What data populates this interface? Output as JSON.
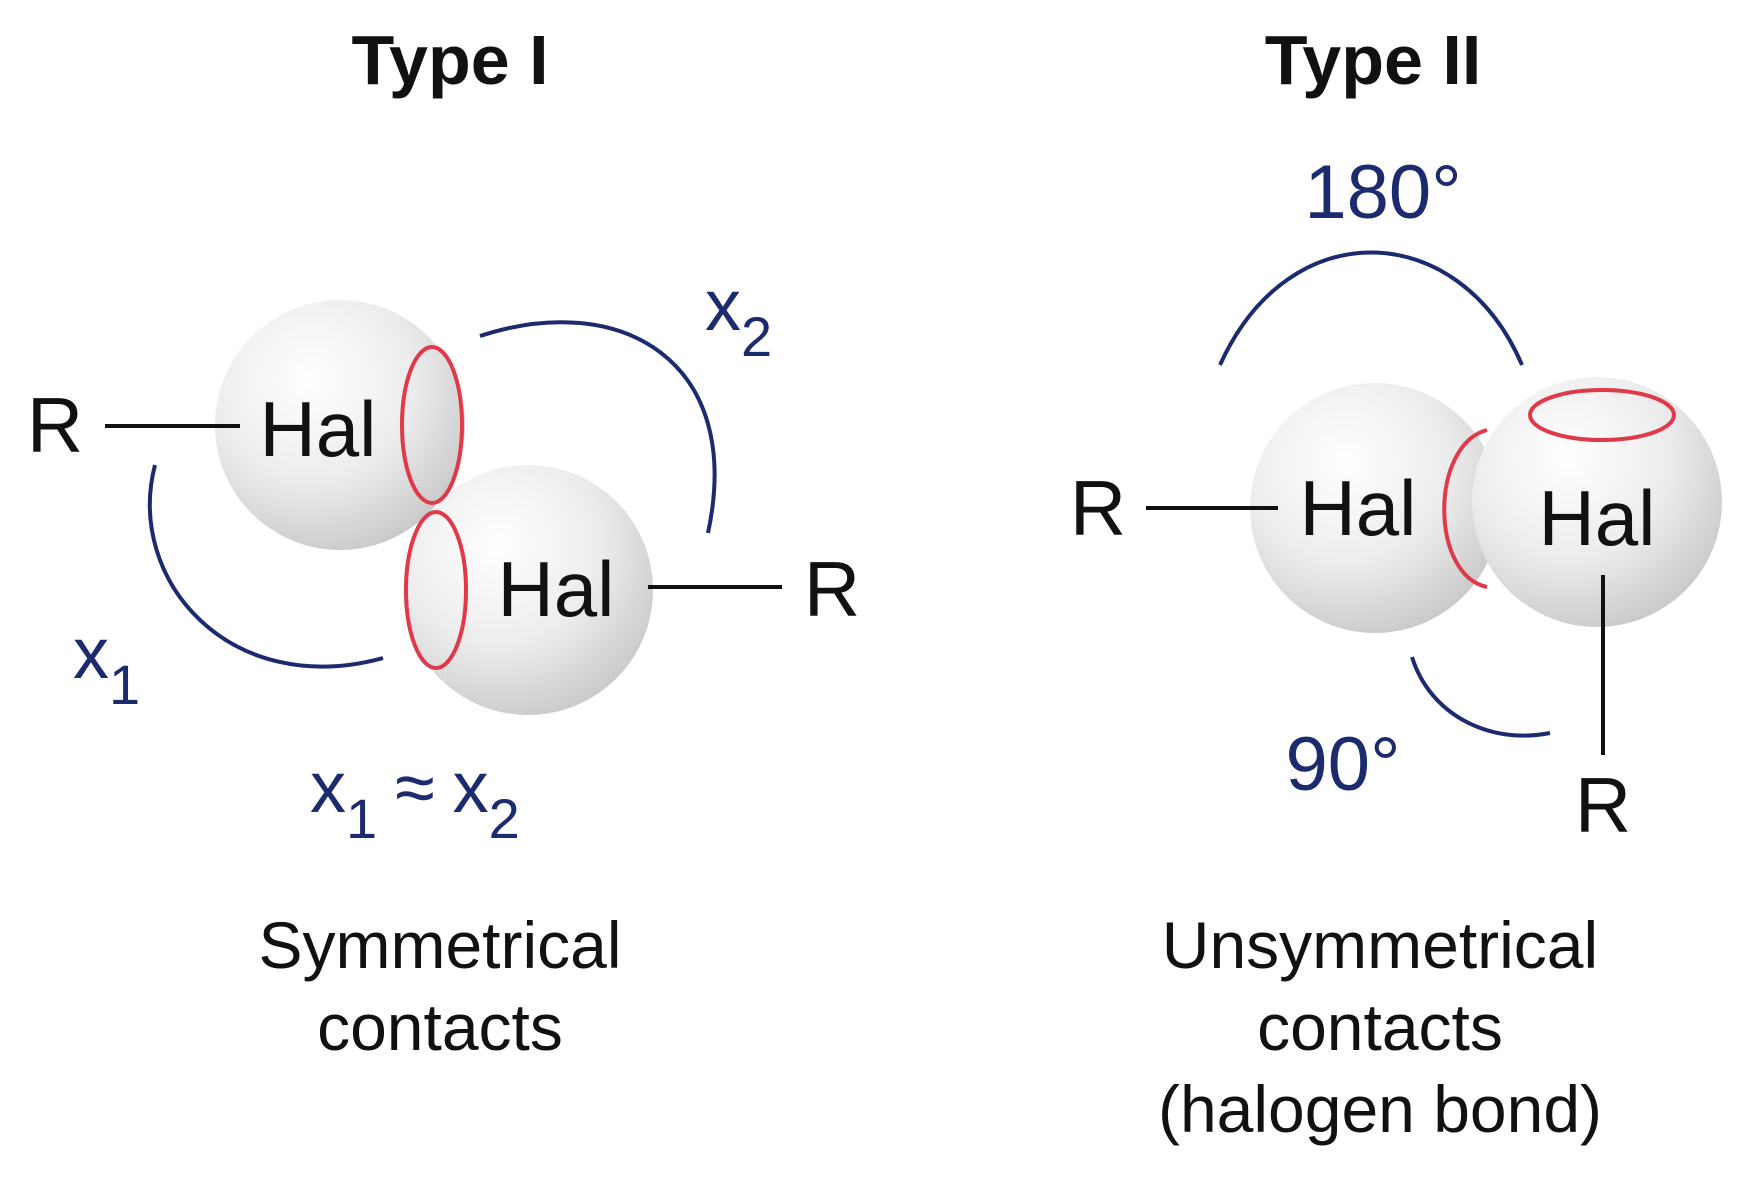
{
  "colors": {
    "angle_arc": "#1c2a6e",
    "sigma_hole": "#e03a4a",
    "bond": "#111111",
    "sphere_light": "#ffffff",
    "sphere_dark": "#c8c8c8"
  },
  "type1": {
    "title": "Type I",
    "atom_r": "R",
    "atom_hal": "Hal",
    "angle_var": "x",
    "sub1": "1",
    "sub2": "2",
    "relation": "≈",
    "caption_line1": "Symmetrical",
    "caption_line2": "contacts"
  },
  "type2": {
    "title": "Type II",
    "atom_r": "R",
    "atom_hal": "Hal",
    "angle_top": "180°",
    "angle_bottom": "90°",
    "caption_line1": "Unsymmetrical",
    "caption_line2": "contacts",
    "caption_line3": "(halogen bond)"
  }
}
